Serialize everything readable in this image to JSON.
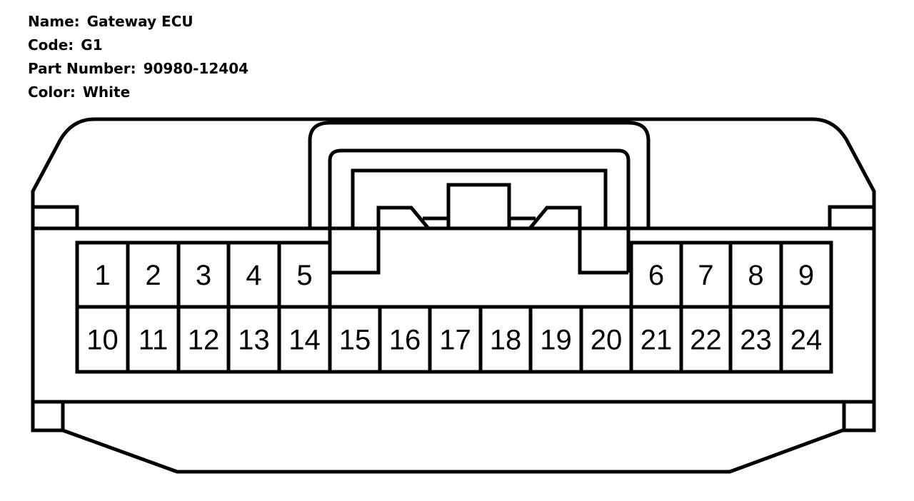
{
  "connector": {
    "name_label": "Name:",
    "name": "Gateway ECU",
    "code_label": "Code:",
    "code": "G1",
    "part_number_label": "Part Number:",
    "part_number": "90980-12404",
    "color_label": "Color:",
    "color": "White"
  },
  "pins": [
    "1",
    "2",
    "3",
    "4",
    "5",
    "6",
    "7",
    "8",
    "9",
    "10",
    "11",
    "12",
    "13",
    "14",
    "15",
    "16",
    "17",
    "18",
    "19",
    "20",
    "21",
    "22",
    "23",
    "24"
  ]
}
